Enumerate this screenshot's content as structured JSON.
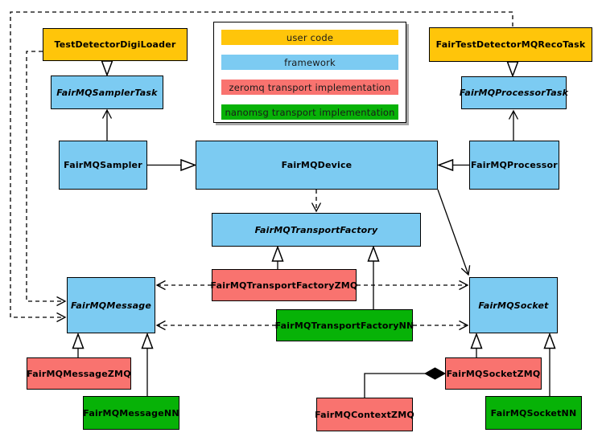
{
  "legend": {
    "items": [
      {
        "label": "user code",
        "color": "#FFC50A"
      },
      {
        "label": "framework",
        "color": "#7CCBF2"
      },
      {
        "label": "zeromq transport implementation",
        "color": "#F9736F"
      },
      {
        "label": "nanomsg transport implementation",
        "color": "#07B207"
      }
    ]
  },
  "colors": {
    "user_code": "#FFC50A",
    "framework": "#7CCBF2",
    "zeromq": "#F9736F",
    "nanomsg": "#07B207",
    "line": "#000000"
  },
  "nodes": {
    "digiloader": {
      "label": "TestDetectorDigiLoader",
      "layer": "user code"
    },
    "recotask": {
      "label": "FairTestDetectorMQRecoTask",
      "layer": "user code"
    },
    "samplertask": {
      "label": "FairMQSamplerTask",
      "layer": "framework",
      "abstract": true
    },
    "processortask": {
      "label": "FairMQProcessorTask",
      "layer": "framework",
      "abstract": true
    },
    "sampler": {
      "label": "FairMQSampler",
      "layer": "framework"
    },
    "device": {
      "label": "FairMQDevice",
      "layer": "framework"
    },
    "processor": {
      "label": "FairMQProcessor",
      "layer": "framework"
    },
    "transportfactory": {
      "label": "FairMQTransportFactory",
      "layer": "framework",
      "abstract": true
    },
    "tfzmq": {
      "label": "FairMQTransportFactoryZMQ",
      "layer": "zeromq"
    },
    "tfnn": {
      "label": "FairMQTransportFactoryNN",
      "layer": "nanomsg"
    },
    "message": {
      "label": "FairMQMessage",
      "layer": "framework",
      "abstract": true
    },
    "messagezmq": {
      "label": "FairMQMessageZMQ",
      "layer": "zeromq"
    },
    "messagenn": {
      "label": "FairMQMessageNN",
      "layer": "nanomsg"
    },
    "socket": {
      "label": "FairMQSocket",
      "layer": "framework",
      "abstract": true
    },
    "socketzmq": {
      "label": "FairMQSocketZMQ",
      "layer": "zeromq"
    },
    "socketnn": {
      "label": "FairMQSocketNN",
      "layer": "nanomsg"
    },
    "contextzmq": {
      "label": "FairMQContextZMQ",
      "layer": "zeromq"
    }
  },
  "relationships": [
    {
      "from": "TestDetectorDigiLoader",
      "to": "FairMQSamplerTask",
      "type": "generalization"
    },
    {
      "from": "FairTestDetectorMQRecoTask",
      "to": "FairMQProcessorTask",
      "type": "generalization"
    },
    {
      "from": "FairMQSampler",
      "to": "FairMQDevice",
      "type": "generalization"
    },
    {
      "from": "FairMQProcessor",
      "to": "FairMQDevice",
      "type": "generalization"
    },
    {
      "from": "FairMQSampler",
      "to": "FairMQSamplerTask",
      "type": "association"
    },
    {
      "from": "FairMQProcessor",
      "to": "FairMQProcessorTask",
      "type": "association"
    },
    {
      "from": "FairMQDevice",
      "to": "FairMQTransportFactory",
      "type": "dependency"
    },
    {
      "from": "FairMQDevice",
      "to": "FairMQSocket",
      "type": "association"
    },
    {
      "from": "FairMQTransportFactoryZMQ",
      "to": "FairMQTransportFactory",
      "type": "generalization"
    },
    {
      "from": "FairMQTransportFactoryNN",
      "to": "FairMQTransportFactory",
      "type": "generalization"
    },
    {
      "from": "FairMQTransportFactoryZMQ",
      "to": "FairMQMessage",
      "type": "dependency"
    },
    {
      "from": "FairMQTransportFactoryZMQ",
      "to": "FairMQSocket",
      "type": "dependency"
    },
    {
      "from": "FairMQTransportFactoryNN",
      "to": "FairMQMessage",
      "type": "dependency"
    },
    {
      "from": "FairMQTransportFactoryNN",
      "to": "FairMQSocket",
      "type": "dependency"
    },
    {
      "from": "TestDetectorDigiLoader",
      "to": "FairMQMessage",
      "type": "dependency"
    },
    {
      "from": "FairTestDetectorMQRecoTask",
      "to": "FairMQMessage",
      "type": "dependency"
    },
    {
      "from": "FairMQMessageZMQ",
      "to": "FairMQMessage",
      "type": "generalization"
    },
    {
      "from": "FairMQMessageNN",
      "to": "FairMQMessage",
      "type": "generalization"
    },
    {
      "from": "FairMQSocketZMQ",
      "to": "FairMQSocket",
      "type": "generalization"
    },
    {
      "from": "FairMQSocketNN",
      "to": "FairMQSocket",
      "type": "generalization"
    },
    {
      "from": "FairMQContextZMQ",
      "to": "FairMQSocketZMQ",
      "type": "composition"
    }
  ]
}
